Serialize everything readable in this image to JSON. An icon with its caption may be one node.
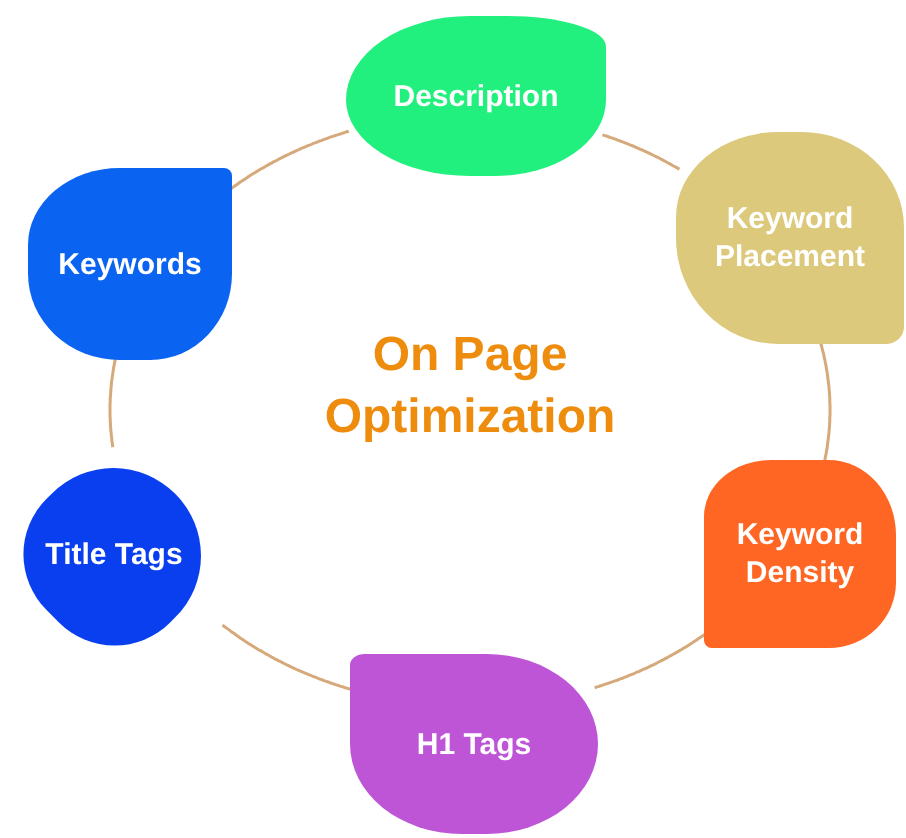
{
  "diagram": {
    "title": "On Page Optimization",
    "nodes": [
      {
        "text": [
          "Description"
        ]
      },
      {
        "text": [
          "Keyword Placement"
        ]
      },
      {
        "text": [
          "Keyword Density"
        ]
      },
      {
        "text": [
          "H1 Tags"
        ]
      },
      {
        "text": [
          "Title Tags"
        ]
      },
      {
        "text": [
          "Keywords"
        ]
      }
    ],
    "edges": [
      {
        "from": 0,
        "to": 1,
        "arrow": "none"
      },
      {
        "from": 1,
        "to": 2,
        "arrow": "none"
      },
      {
        "from": 2,
        "to": 3,
        "arrow": "none"
      },
      {
        "from": 3,
        "to": 4,
        "arrow": "none"
      },
      {
        "from": 4,
        "to": 5,
        "arrow": "none"
      },
      {
        "from": 5,
        "to": 0,
        "arrow": "none"
      }
    ]
  }
}
